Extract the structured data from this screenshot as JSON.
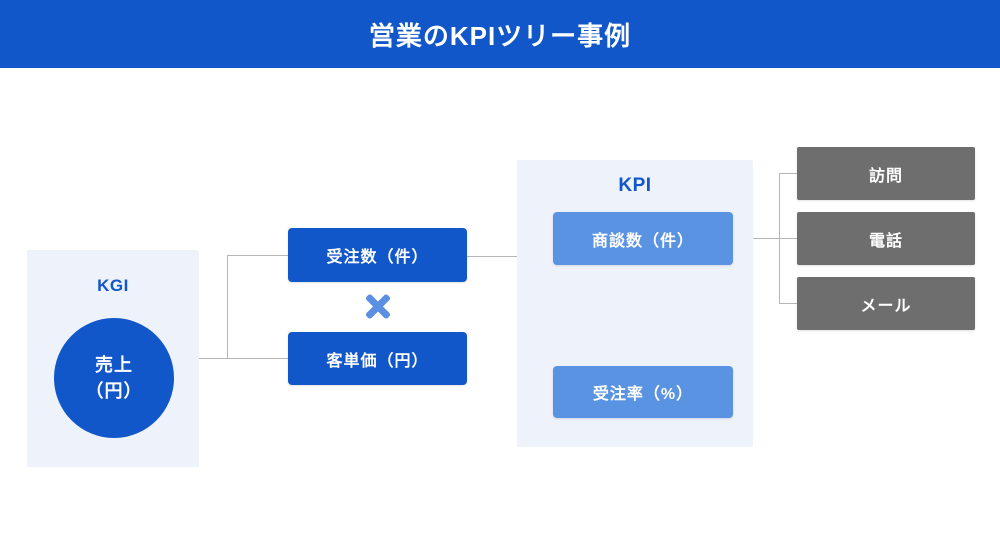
{
  "header": {
    "title": "営業のKPIツリー事例"
  },
  "kgi": {
    "label": "KGI",
    "circle_line1": "売上",
    "circle_line2": "（円）"
  },
  "formula": {
    "order_count": "受注数（件）",
    "operator_icon": "multiply-icon",
    "unit_price": "客単価（円）"
  },
  "kpi": {
    "label": "KPI",
    "negotiation_count": "商談数（件）",
    "order_rate": "受注率（%）"
  },
  "activities": {
    "visit": "訪問",
    "phone": "電話",
    "mail": "メール"
  },
  "colors": {
    "primary_blue": "#1157c9",
    "light_blue": "#5b93e3",
    "multiply_blue": "#5b8fe2",
    "panel_blue": "#edf2fb",
    "gray_node": "#6e6e6e",
    "connector_gray": "#b5b5b5",
    "text_white": "#ffffff"
  }
}
